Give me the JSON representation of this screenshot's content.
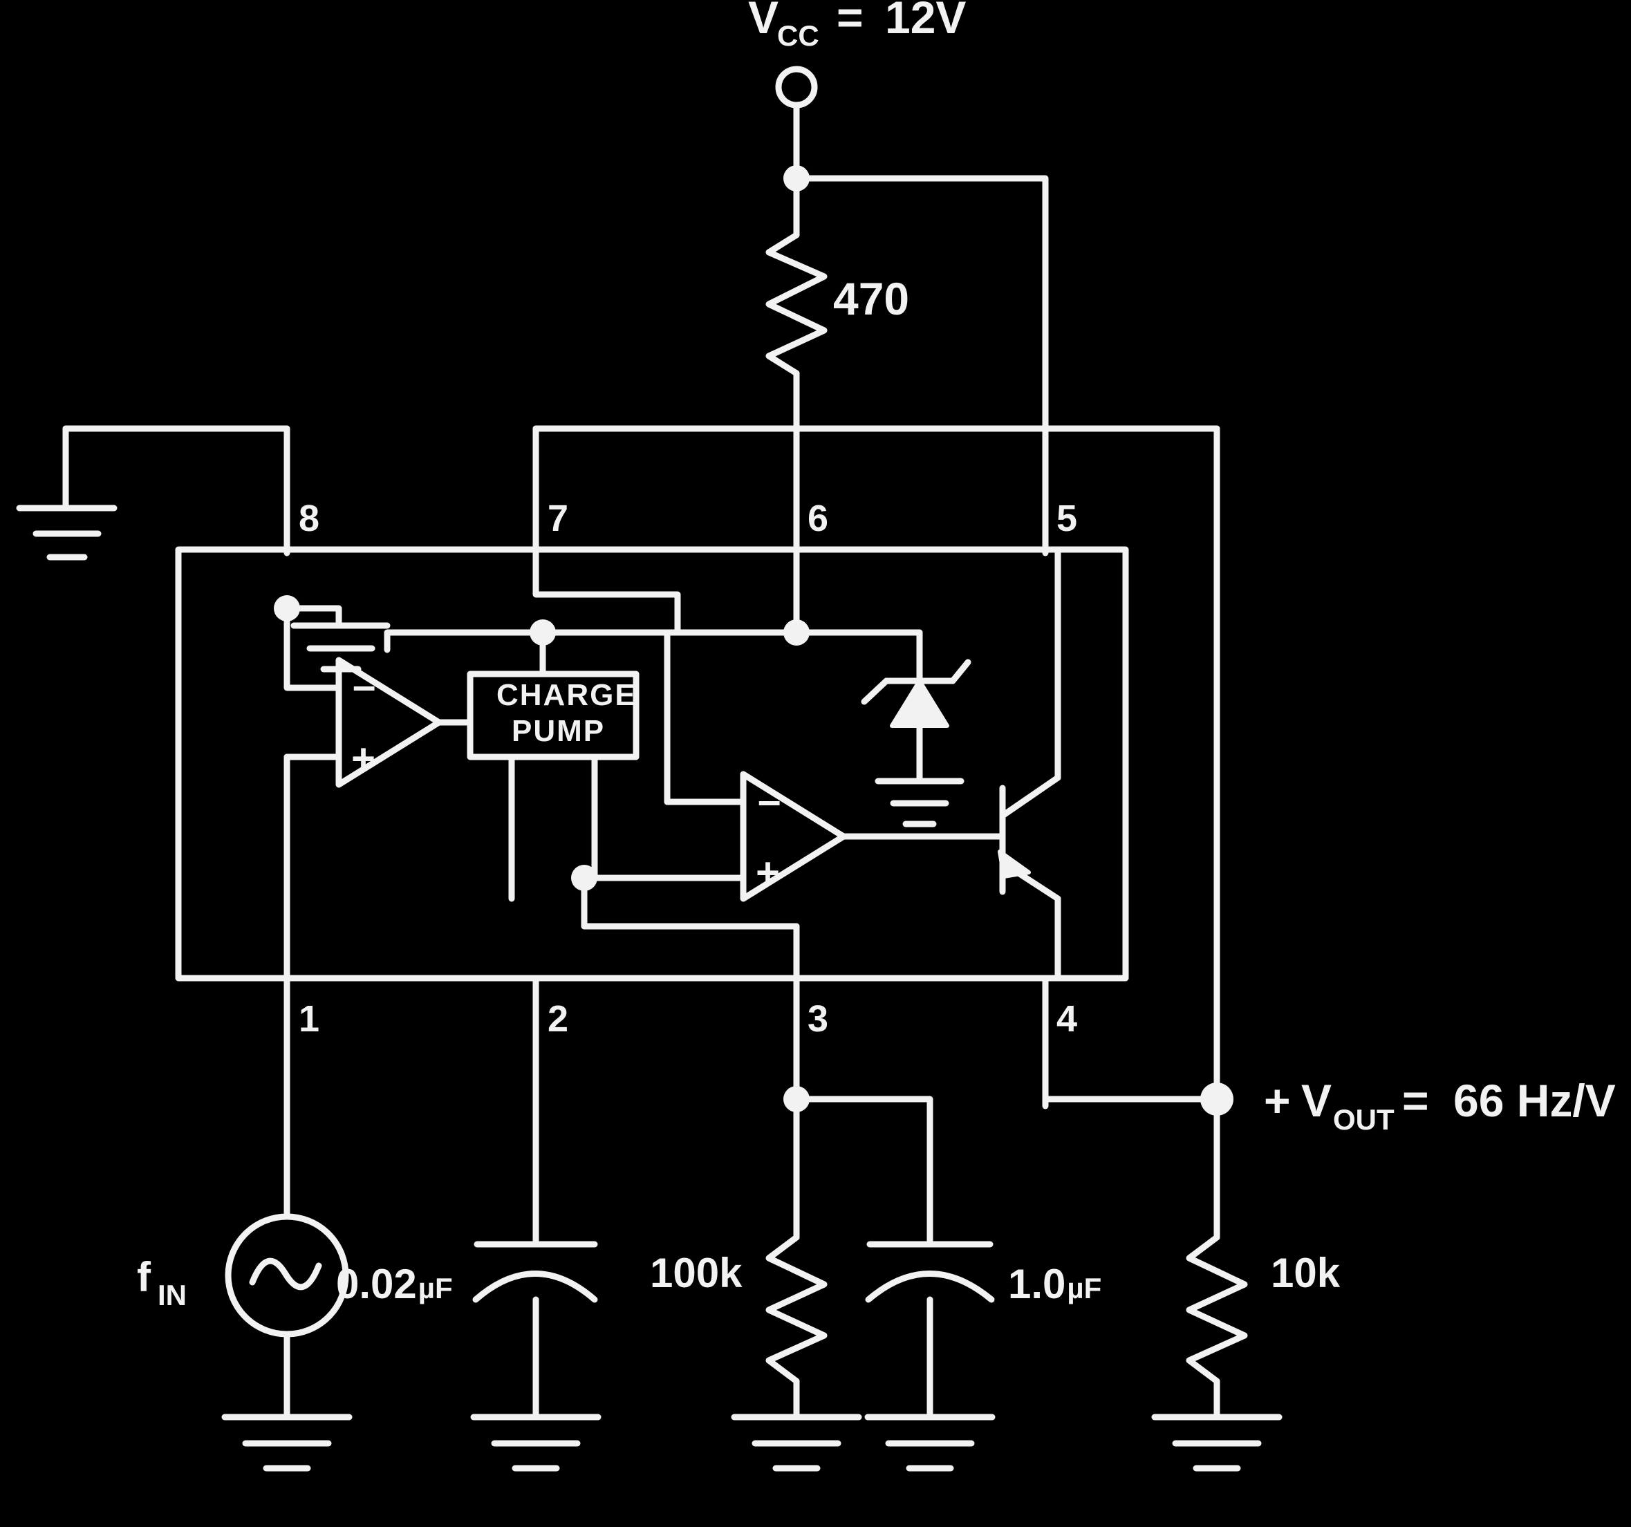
{
  "diagram": {
    "title_label": "Vcc = 12V",
    "supply": {
      "name": "V",
      "subscript": "CC",
      "equals": "=",
      "value": "12V"
    },
    "output": {
      "plus": "+",
      "name": "V",
      "subscript": "OUT",
      "equals": "=",
      "value": "66 Hz/V"
    },
    "ic_block_label_line1": "CHARGE",
    "ic_block_label_line2": "PUMP",
    "input_source": {
      "label_name": "f",
      "label_sub": "IN",
      "symbol": "ac-sine"
    },
    "pins_top": [
      "8",
      "7",
      "6",
      "5"
    ],
    "pins_bottom": [
      "1",
      "2",
      "3",
      "4"
    ],
    "components": [
      {
        "ref": "r-470",
        "label": "470",
        "type": "resistor"
      },
      {
        "ref": "c-002",
        "label": "0.02",
        "unit": "µF",
        "type": "capacitor"
      },
      {
        "ref": "r-100k",
        "label": "100k",
        "type": "resistor"
      },
      {
        "ref": "c-10",
        "label": "1.0",
        "unit": "µF",
        "type": "capacitor"
      },
      {
        "ref": "r-10k",
        "label": "10k",
        "type": "resistor"
      }
    ],
    "internal_parts": [
      {
        "ref": "comparator-1",
        "minus": "–",
        "plus": "+"
      },
      {
        "ref": "comparator-2",
        "minus": "–",
        "plus": "+"
      },
      {
        "ref": "zener-diode"
      },
      {
        "ref": "npn-transistor"
      },
      {
        "ref": "charge-pump-block"
      }
    ],
    "colors": {
      "background": "#000000",
      "ink": "#f2f2f2"
    }
  }
}
